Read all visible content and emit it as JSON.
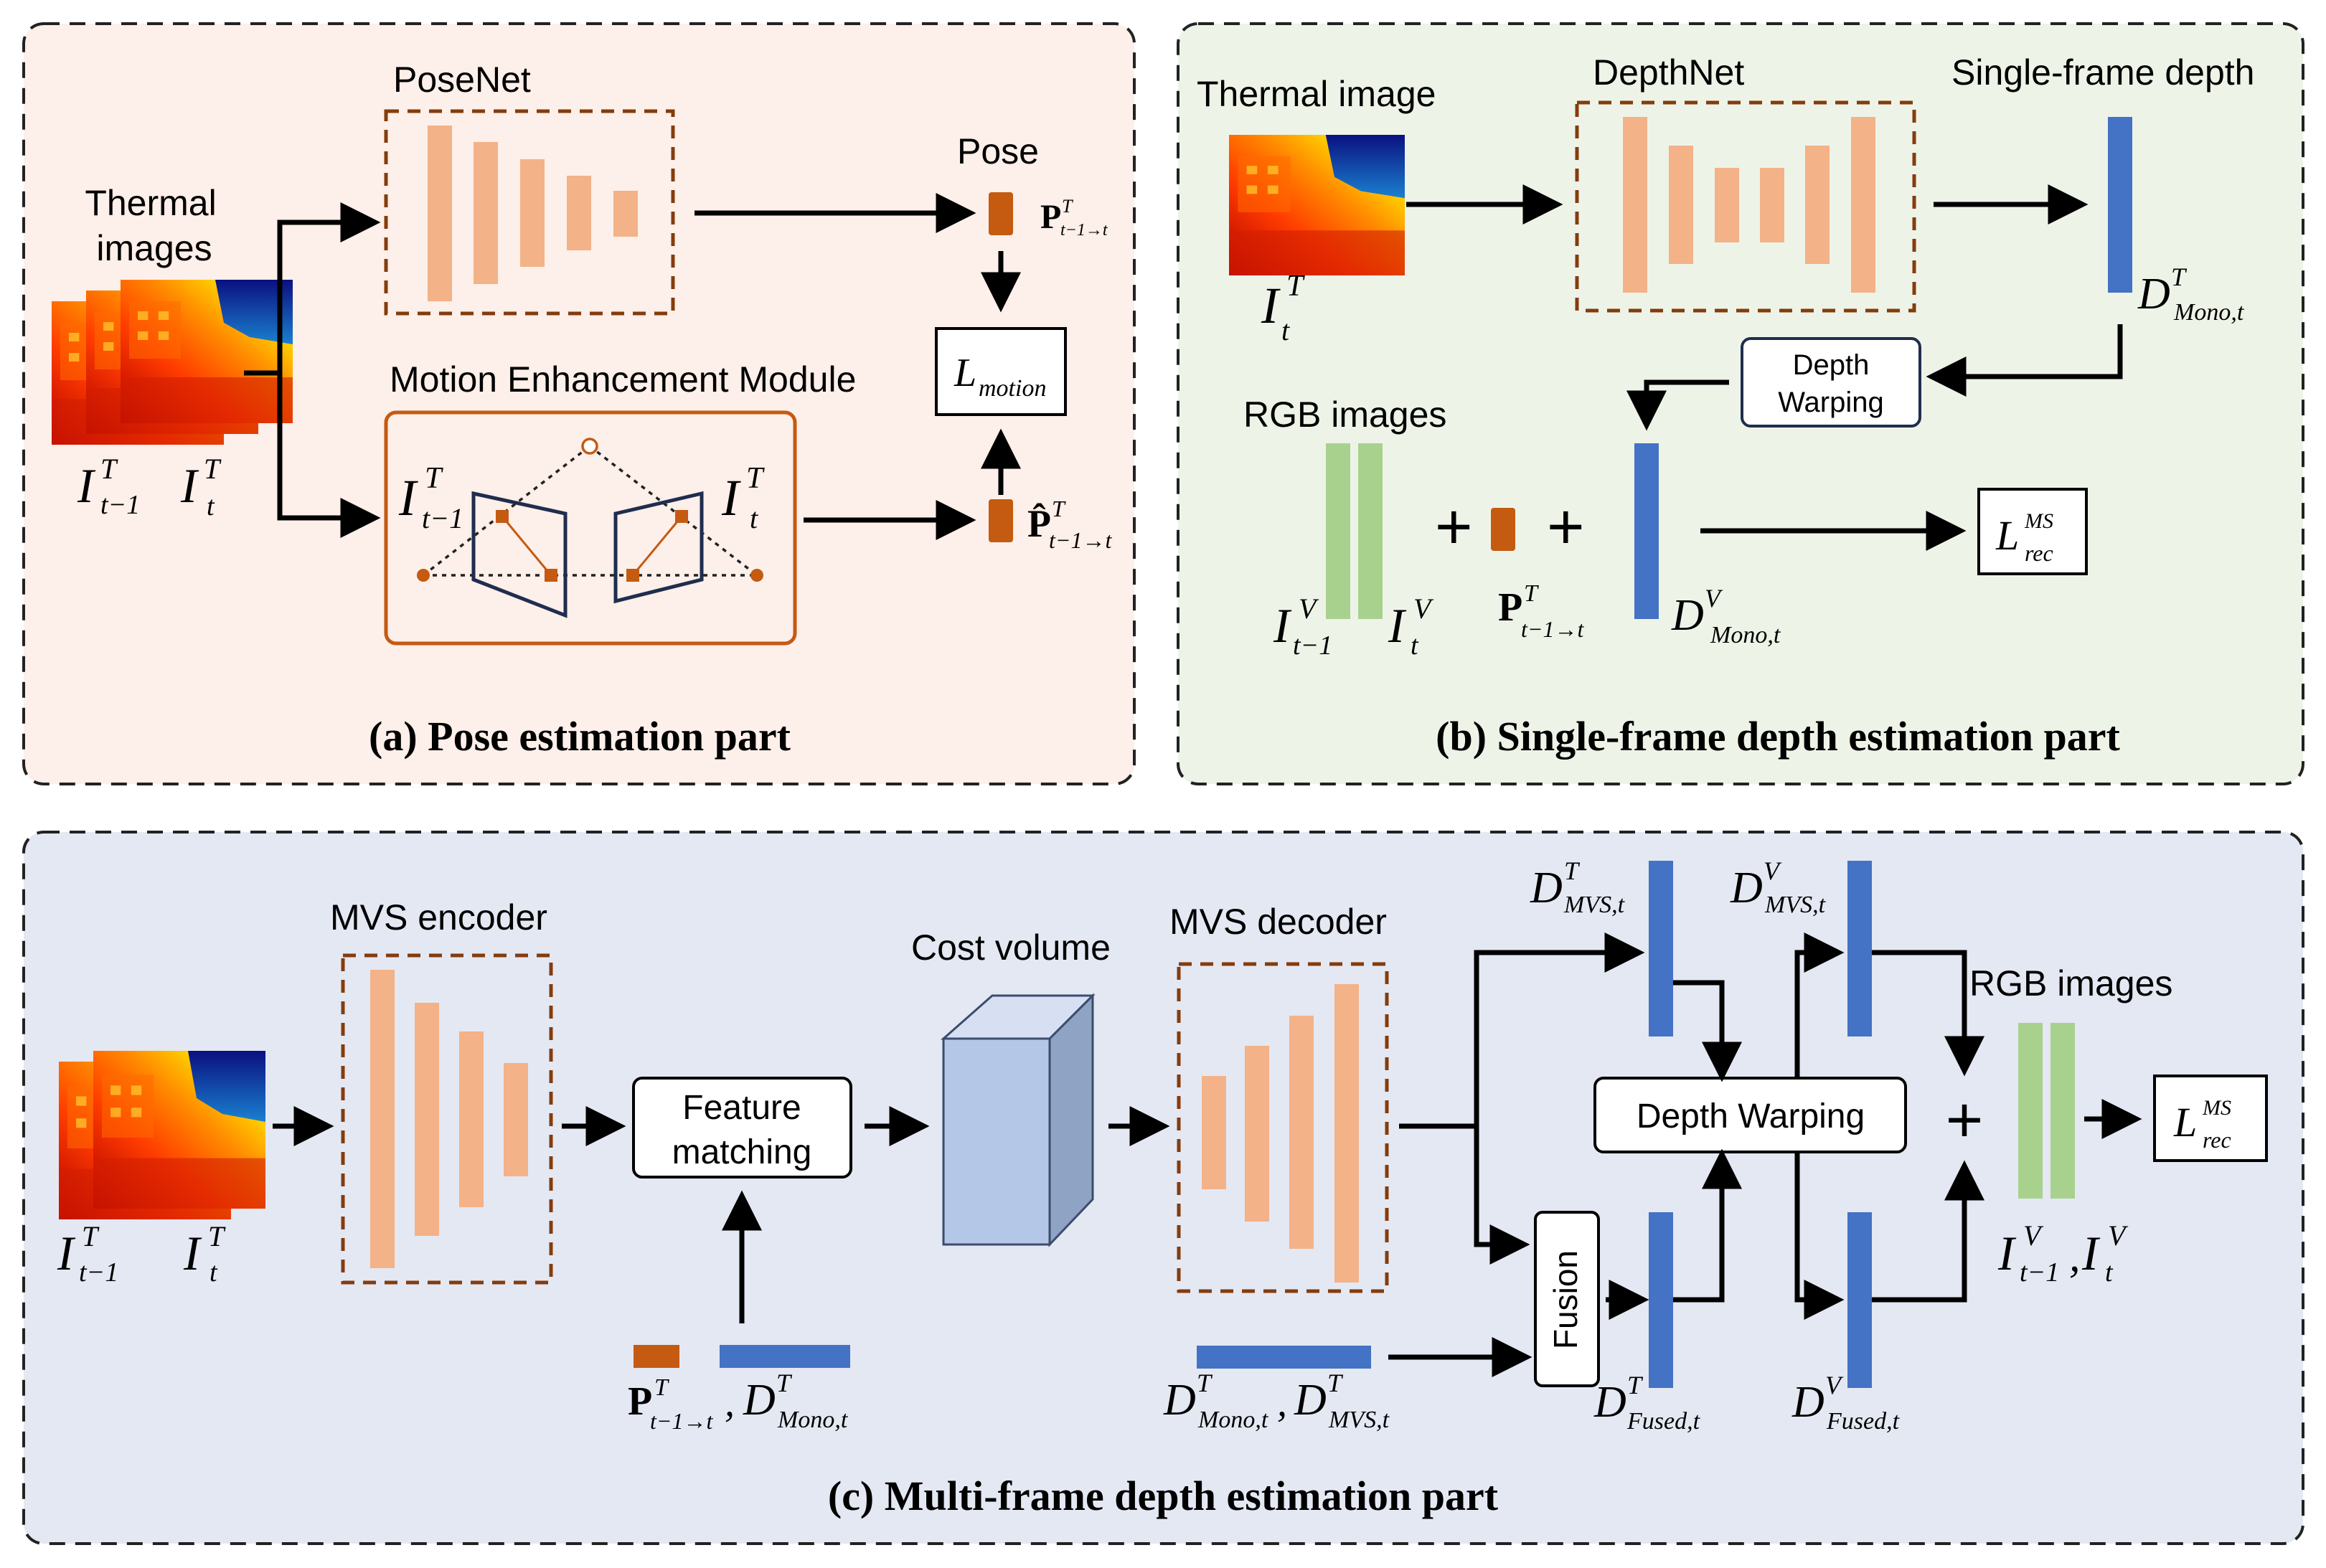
{
  "colors": {
    "panel_a_bg": "#fdefe9",
    "panel_b_bg": "#eef3e8",
    "panel_c_bg": "#e4e8f3",
    "encoder_orange": "#f3b287",
    "pose_orange": "#c55a11",
    "depth_blue": "#4472c4",
    "rgb_green": "#a9d18e",
    "dashed_brown": "#843c0c",
    "module_border": "#c55a11",
    "cube_front": "#b4c7e7",
    "cube_top": "#d6e0f2",
    "cube_side": "#8fa3c4"
  },
  "panel_a": {
    "caption": "(a) Pose estimation part",
    "thermal_images_line1": "Thermal",
    "thermal_images_line2": "images",
    "posenet_label": "PoseNet",
    "pose_label": "Pose",
    "mem_label": "Motion Enhancement Module",
    "loss_main": "L",
    "loss_sub": "motion",
    "sym_I": "I",
    "sym_T": "T",
    "sym_tm1": "t−1",
    "sym_t": "t",
    "sym_P": "P",
    "sym_Phat": "P̂",
    "sym_t1_to_t": "t−1→t"
  },
  "panel_b": {
    "caption": "(b) Single-frame depth estimation part",
    "thermal_image_label": "Thermal image",
    "depthnet_label": "DepthNet",
    "single_frame_label": "Single-frame depth",
    "depth_warping_line1": "Depth",
    "depth_warping_line2": "Warping",
    "rgb_images_label": "RGB images",
    "plus": "+",
    "sym_D": "D",
    "sym_V": "V",
    "sym_mono_t": "Mono,t",
    "loss_main": "L",
    "loss_sup": "MS",
    "loss_sub": "rec"
  },
  "panel_c": {
    "caption": "(c) Multi-frame depth estimation part",
    "mvs_encoder_label": "MVS encoder",
    "feature_matching_line1": "Feature",
    "feature_matching_line2": "matching",
    "cost_volume_label": "Cost volume",
    "mvs_decoder_label": "MVS decoder",
    "depth_warping_label": "Depth Warping",
    "fusion_label": "Fusion",
    "rgb_images_label": "RGB images",
    "plus": "+",
    "comma": ",",
    "sym_mvs_t": "MVS,t",
    "sym_fused_t": "Fused,t",
    "loss_main": "L",
    "loss_sup": "MS",
    "loss_sub": "rec"
  }
}
